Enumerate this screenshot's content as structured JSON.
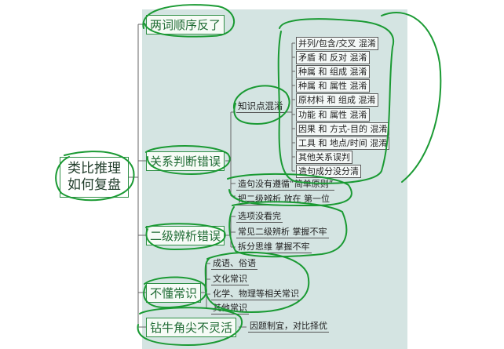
{
  "root": {
    "line1": "类比推理",
    "line2": "如何复盘"
  },
  "categories": [
    {
      "label": "两词顺序反了"
    },
    {
      "label": "关系判断错误"
    },
    {
      "label": "二级辨析错误"
    },
    {
      "label": "不懂常识"
    },
    {
      "label": "钻牛角尖不灵活"
    }
  ],
  "relation": {
    "sub_label": "知识点混淆",
    "items": [
      "并列/包含/交叉 混淆",
      "矛盾 和 反对 混淆",
      "种属 和 组成 混淆",
      "种属 和 属性 混淆",
      "原材料 和 组成 混淆",
      "功能 和 属性 混淆",
      "因果 和 方式-目的 混淆",
      "工具 和 地点/时间 混淆",
      "其他关系误判",
      "造句成分没分清"
    ],
    "extra": [
      "造句没有遵循“简单原则”",
      "把二级辨析 放在 第一位"
    ]
  },
  "secondary": {
    "items": [
      "选项没看完",
      "常见二级辨析 掌握不牢",
      "拆分思维 掌握不牢"
    ]
  },
  "common_sense": {
    "items": [
      "成语、俗语",
      "文化常识",
      "化学、物理等相关常识",
      "其他常识"
    ]
  },
  "stubborn": {
    "items": [
      "因题制宜，对比择优"
    ]
  },
  "colors": {
    "accent": "#2f8f46",
    "ink": "#1a9a33",
    "panel": "#d4e4e2"
  }
}
